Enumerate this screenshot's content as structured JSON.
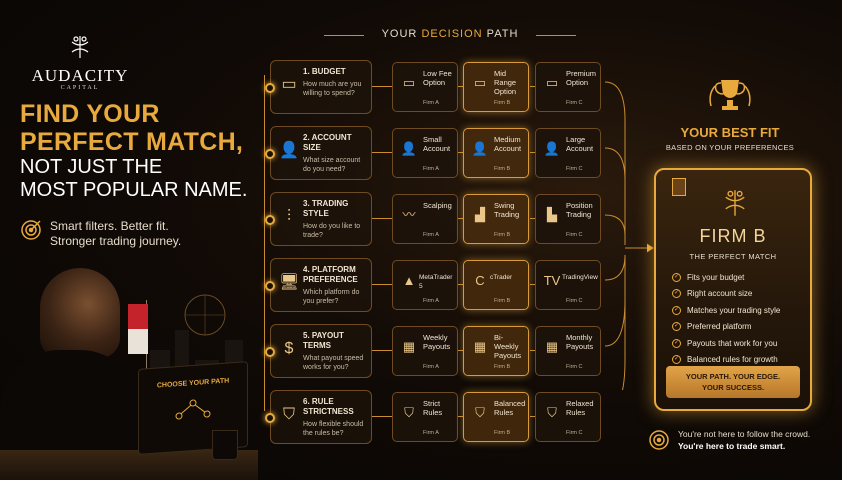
{
  "brand": {
    "name": "AUDACITY",
    "sub": "CAPITAL"
  },
  "headline": {
    "line1": "FIND YOUR",
    "line2": "PERFECT MATCH,",
    "line3": "NOT JUST THE",
    "line4": "MOST POPULAR NAME."
  },
  "tagline": {
    "line1": "Smart filters. Better fit.",
    "line2": "Stronger trading journey."
  },
  "laptop_text": "CHOOSE YOUR PATH",
  "path_title": {
    "prefix": "YOUR ",
    "accent": "DECISION",
    "suffix": " PATH"
  },
  "steps": [
    {
      "title": "1. BUDGET",
      "desc": "How much are you willing to spend?",
      "icon": "wallet-icon",
      "glyph": "▭",
      "options": [
        {
          "label": "Low Fee Option",
          "firm": "Firm A",
          "icon": "wallet-icon",
          "glyph": "▭",
          "selected": false
        },
        {
          "label": "Mid Range Option",
          "firm": "Firm B",
          "icon": "wallet-icon",
          "glyph": "▭",
          "selected": true
        },
        {
          "label": "Premium Option",
          "firm": "Firm C",
          "icon": "wallet-icon",
          "glyph": "▭",
          "selected": false
        }
      ]
    },
    {
      "title": "2. ACCOUNT SIZE",
      "desc": "What size account do you need?",
      "icon": "user-icon",
      "glyph": "👤",
      "options": [
        {
          "label": "Small Account",
          "firm": "Firm A",
          "icon": "user-icon",
          "glyph": "👤",
          "selected": false
        },
        {
          "label": "Medium Account",
          "firm": "Firm B",
          "icon": "user-icon",
          "glyph": "👤",
          "selected": true
        },
        {
          "label": "Large Account",
          "firm": "Firm C",
          "icon": "user-icon",
          "glyph": "👤",
          "selected": false
        }
      ]
    },
    {
      "title": "3. TRADING STYLE",
      "desc": "How do you like to trade?",
      "icon": "candlestick-icon",
      "glyph": "⫶",
      "options": [
        {
          "label": "Scalping",
          "firm": "Firm A",
          "icon": "trend-line-icon",
          "glyph": "〰",
          "selected": false
        },
        {
          "label": "Swing Trading",
          "firm": "Firm B",
          "icon": "bar-chart-icon",
          "glyph": "▟",
          "selected": true
        },
        {
          "label": "Position Trading",
          "firm": "Firm C",
          "icon": "bar-chart-icon",
          "glyph": "▙",
          "selected": false
        }
      ]
    },
    {
      "title": "4. PLATFORM PREFERENCE",
      "desc": "Which platform do you prefer?",
      "icon": "monitor-icon",
      "glyph": "🖥",
      "options": [
        {
          "label": "MetaTrader 5",
          "firm": "Firm A",
          "icon": "metatrader-icon",
          "glyph": "▲",
          "selected": false
        },
        {
          "label": "cTrader",
          "firm": "Firm B",
          "icon": "ctrader-icon",
          "glyph": "C",
          "selected": true
        },
        {
          "label": "TradingView",
          "firm": "Firm C",
          "icon": "tradingview-icon",
          "glyph": "TV",
          "selected": false
        }
      ]
    },
    {
      "title": "5. PAYOUT TERMS",
      "desc": "What payout speed works for you?",
      "icon": "dollar-icon",
      "glyph": "$",
      "options": [
        {
          "label": "Weekly Payouts",
          "firm": "Firm A",
          "icon": "calendar-icon",
          "glyph": "▦",
          "selected": false
        },
        {
          "label": "Bi-Weekly Payouts",
          "firm": "Firm B",
          "icon": "calendar-icon",
          "glyph": "▦",
          "selected": true
        },
        {
          "label": "Monthly Payouts",
          "firm": "Firm C",
          "icon": "calendar-icon",
          "glyph": "▦",
          "selected": false
        }
      ]
    },
    {
      "title": "6. RULE STRICTNESS",
      "desc": "How flexible should the rules be?",
      "icon": "shield-icon",
      "glyph": "⛉",
      "options": [
        {
          "label": "Strict Rules",
          "firm": "Firm A",
          "icon": "shield-check-icon",
          "glyph": "⛉",
          "selected": false
        },
        {
          "label": "Balanced Rules",
          "firm": "Firm B",
          "icon": "shield-check-icon",
          "glyph": "⛉",
          "selected": true
        },
        {
          "label": "Relaxed Rules",
          "firm": "Firm C",
          "icon": "shield-check-icon",
          "glyph": "⛉",
          "selected": false
        }
      ]
    }
  ],
  "best_fit": {
    "title": "YOUR BEST FIT",
    "subtitle": "BASED ON YOUR PREFERENCES",
    "firm": "FIRM B",
    "match": "THE PERFECT MATCH",
    "checks": [
      "Fits your budget",
      "Right account size",
      "Matches your trading style",
      "Preferred platform",
      "Payouts that work for you",
      "Balanced rules for growth"
    ],
    "cta_line1": "YOUR PATH. YOUR EDGE.",
    "cta_line2": "YOUR SUCCESS."
  },
  "footer": {
    "line1": "You're not here to follow the crowd.",
    "line2": "You're here to trade smart."
  },
  "colors": {
    "accent": "#e8a93d",
    "background": "#120b06",
    "highlight": "#f3d59a"
  }
}
